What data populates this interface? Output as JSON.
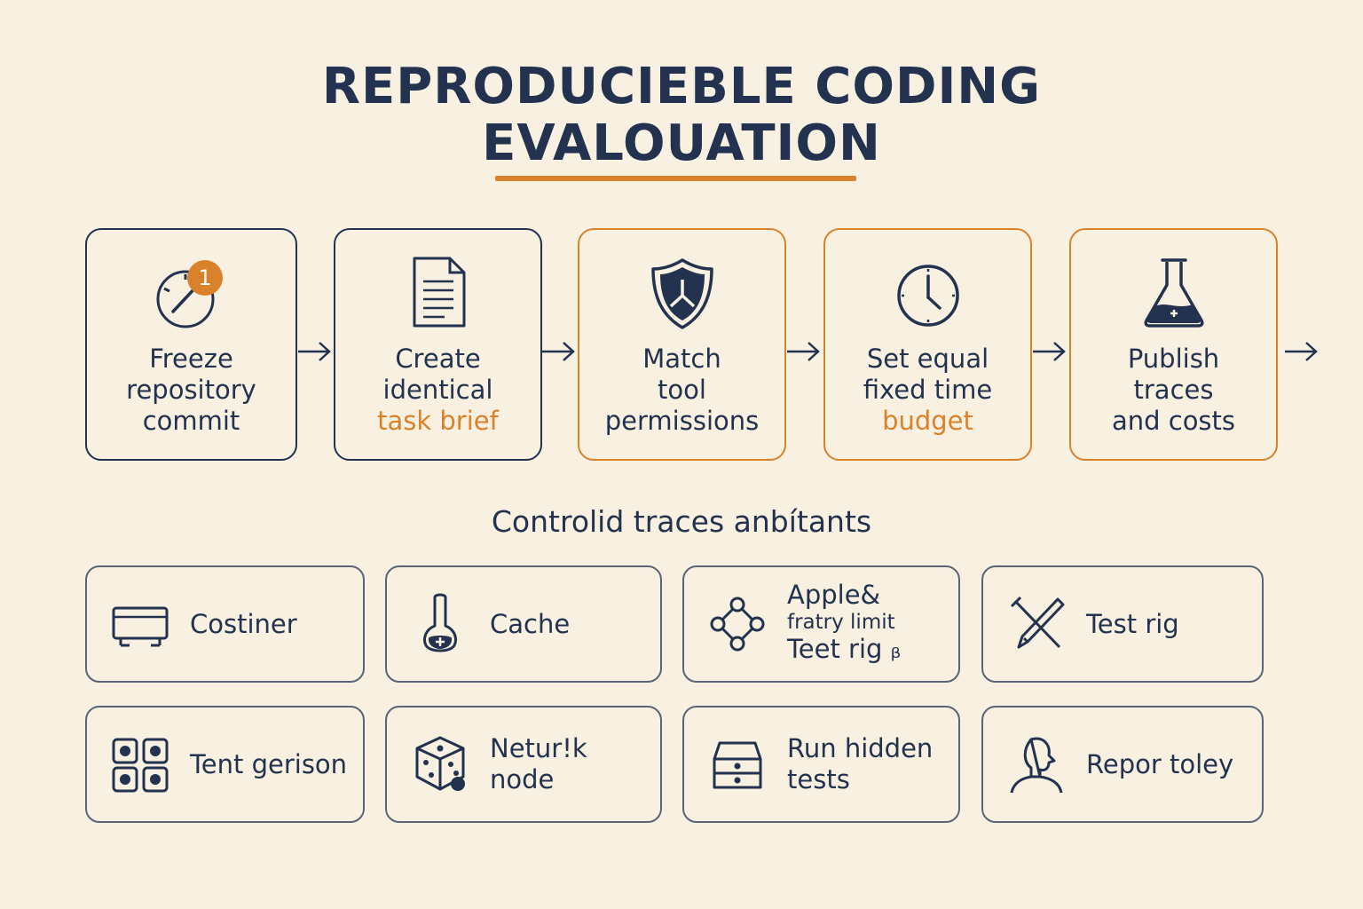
{
  "title": {
    "line1": "REPRODUCIEBLE CODING",
    "line2": "EVALOUATION"
  },
  "steps": [
    {
      "number": "1",
      "lines": [
        "Freeze",
        "repository",
        "commit"
      ],
      "highlight_line": -1,
      "icon": "gauge-icon",
      "border": "navy"
    },
    {
      "lines": [
        "Create",
        "identical",
        "task brief"
      ],
      "highlight_line": 2,
      "icon": "document-icon",
      "border": "navy"
    },
    {
      "lines": [
        "Match",
        "tool",
        "permissions"
      ],
      "highlight_line": -1,
      "icon": "shield-icon",
      "border": "orange"
    },
    {
      "lines": [
        "Set equal",
        "fixed time",
        "budget"
      ],
      "highlight_line": 2,
      "icon": "clock-icon",
      "border": "orange"
    },
    {
      "lines": [
        "Publish",
        "traces",
        "and costs"
      ],
      "highlight_line": -1,
      "icon": "flask-icon",
      "border": "orange"
    }
  ],
  "subtitle": "Controlid traces anbítants",
  "cards": [
    {
      "lines": [
        "Costiner"
      ],
      "icon": "container-icon"
    },
    {
      "lines": [
        "Cache"
      ],
      "icon": "thermometer-icon"
    },
    {
      "lines": [
        "Apple&",
        "fratry limit",
        "Teet rig ᵦ"
      ],
      "icon": "network-nodes-icon"
    },
    {
      "lines": [
        "Test rig"
      ],
      "icon": "crossed-tools-icon"
    },
    {
      "lines": [
        "Tent gerison"
      ],
      "icon": "grid-squares-icon"
    },
    {
      "lines": [
        "Netur!k",
        "node"
      ],
      "icon": "dice-icon"
    },
    {
      "lines": [
        "Run hidden",
        "tests"
      ],
      "icon": "drawer-icon"
    },
    {
      "lines": [
        "Repor toley"
      ],
      "icon": "person-icon"
    }
  ],
  "colors": {
    "background": "#f8f0e0",
    "navy": "#22324f",
    "orange": "#d9822b",
    "card_border": "#5a6478"
  }
}
